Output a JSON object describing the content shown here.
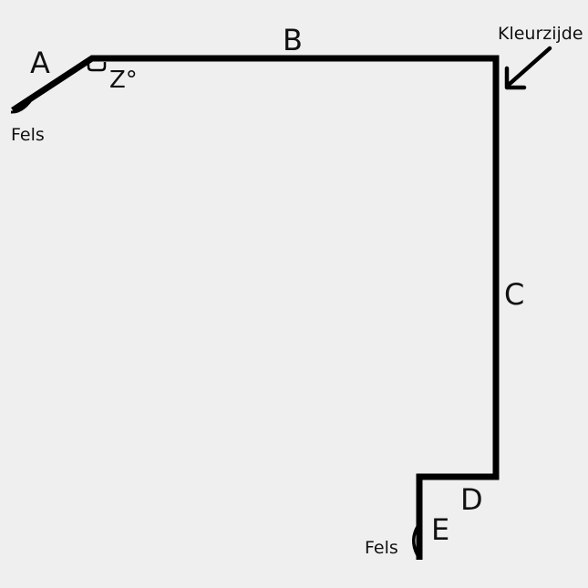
{
  "diagram": {
    "segment_labels": {
      "a": "A",
      "b": "B",
      "c": "C",
      "d": "D",
      "e": "E"
    },
    "angle_label": "Z°",
    "color_side_label": "Kleurzijde",
    "hem_label_top": "Fels",
    "hem_label_bottom": "Fels",
    "line_color": "#000000",
    "background_color": "#efefef"
  }
}
